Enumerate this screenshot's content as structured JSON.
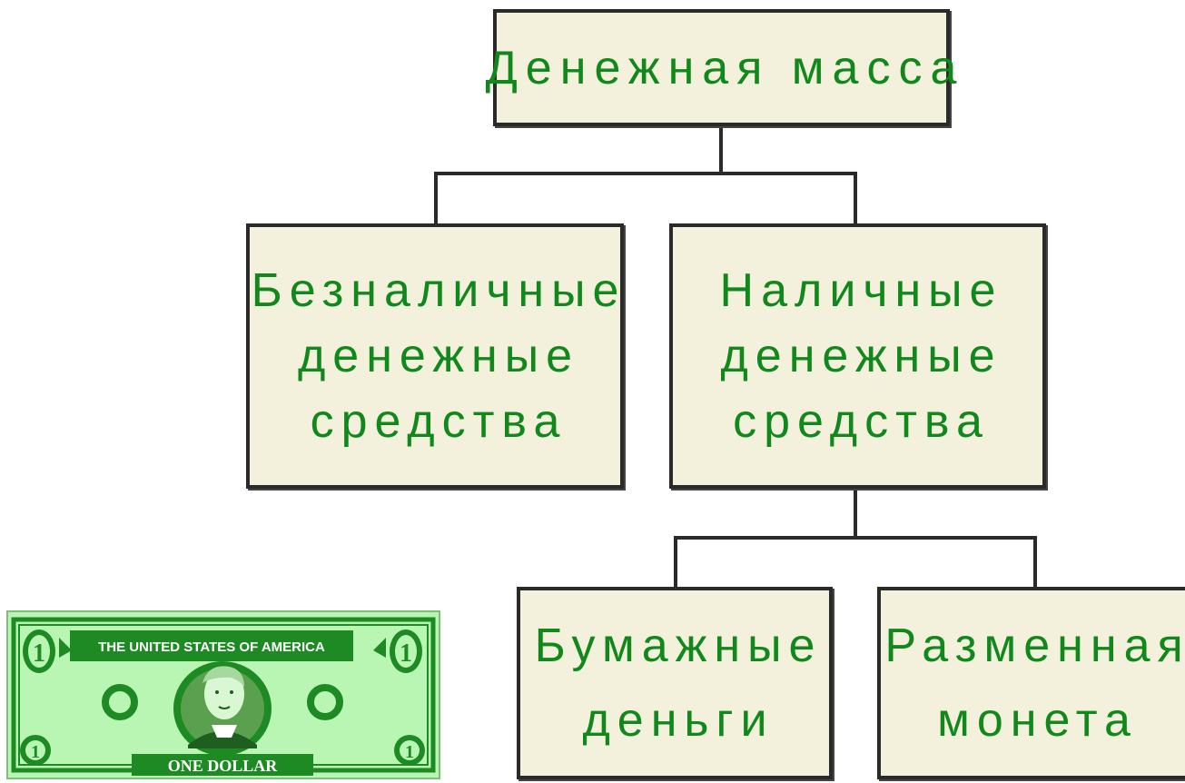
{
  "diagram": {
    "root": {
      "lines": [
        "Денежная масса"
      ]
    },
    "level2": [
      {
        "lines": [
          "Безналичные",
          "денежные",
          "средства"
        ]
      },
      {
        "lines": [
          "Наличные",
          "денежные",
          "средства"
        ]
      }
    ],
    "level3": [
      {
        "lines": [
          "Бумажные",
          "деньги"
        ]
      },
      {
        "lines": [
          "Разменная",
          "монета"
        ]
      }
    ]
  },
  "bill": {
    "header": "THE UNITED STATES OF AMERICA",
    "footer": "ONE DOLLAR",
    "numeral": "1"
  },
  "colors": {
    "box_fill": "#f3f0db",
    "box_border": "#2a2a2a",
    "text_green": "#11881b",
    "bill_light": "#b9f5b3",
    "bill_dark": "#1e8a24"
  }
}
